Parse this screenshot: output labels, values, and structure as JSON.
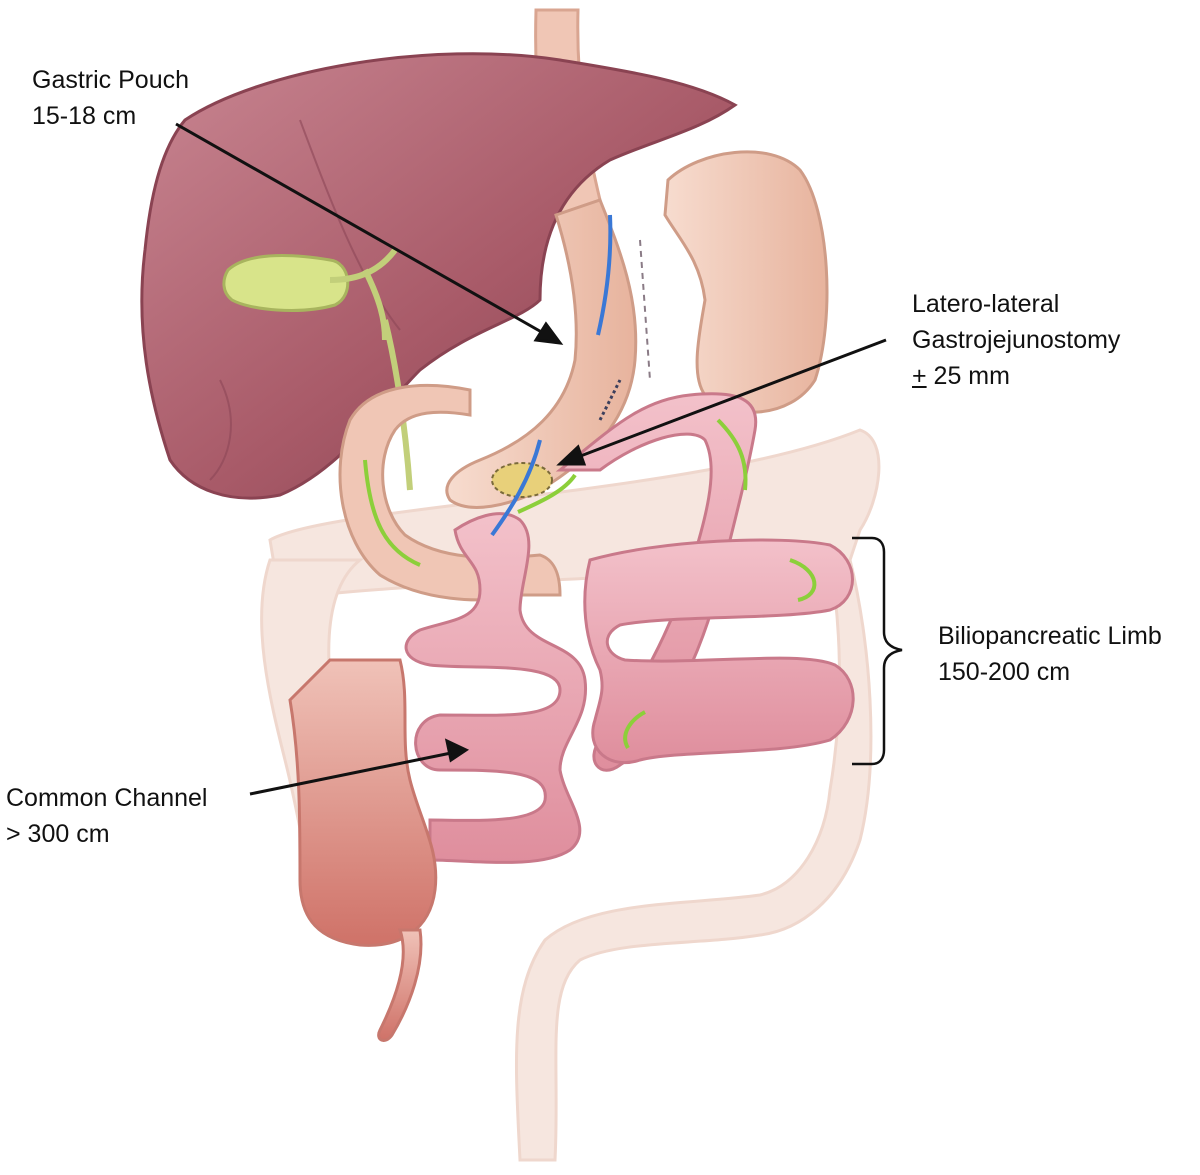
{
  "labels": {
    "gastric_pouch": {
      "line1": "Gastric Pouch",
      "line2": "15-18 cm"
    },
    "gastrojejunostomy": {
      "line1": "Latero-lateral",
      "line2": "Gastrojejunostomy",
      "line3_sign": "+",
      "line3_rest": " 25 mm"
    },
    "biliopancreatic_limb": {
      "line1": "Biliopancreatic Limb",
      "line2": "150-200 cm"
    },
    "common_channel": {
      "line1": "Common Channel",
      "line2": "> 300 cm"
    }
  },
  "colors": {
    "liver": "#a85a68",
    "gallbladder": "#d8e48a",
    "stomach": "#eec3b0",
    "small_bowel": "#e9a3b0",
    "colon_faded": "#f6e6df",
    "colon_ascending": "#dc8c84",
    "flow_food": "#3a78d6",
    "flow_bile": "#8ccf3a",
    "pointer": "#111111"
  }
}
